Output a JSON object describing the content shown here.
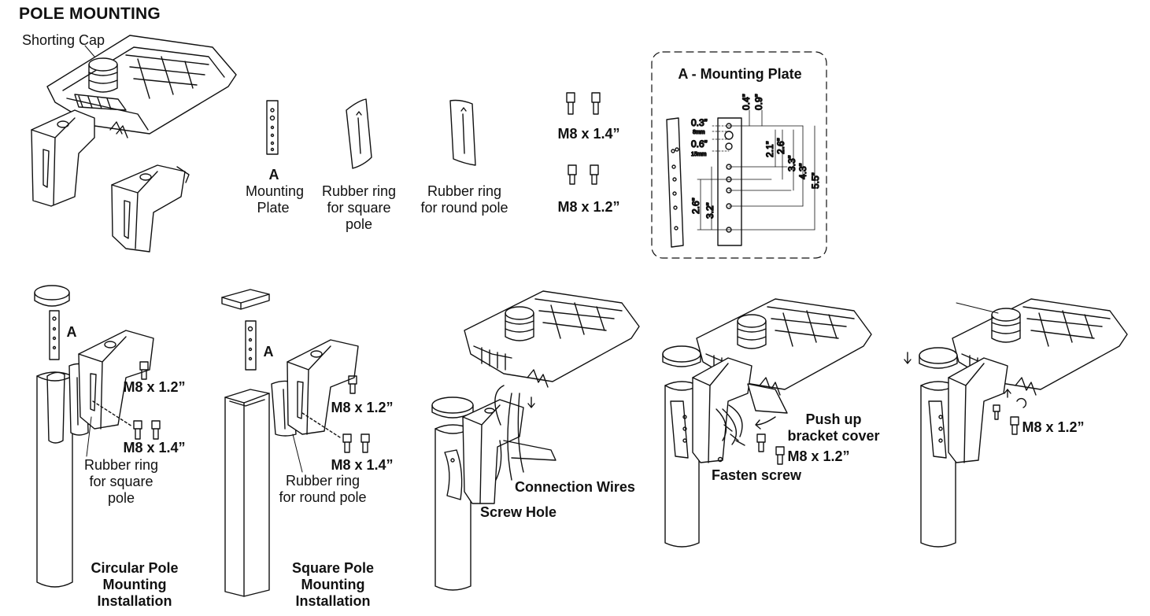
{
  "title": "POLE MOUNTING",
  "parts": {
    "shorting_cap": "Shorting Cap",
    "plate_letter": "A",
    "plate_name": "Mounting Plate",
    "rubber_square": "Rubber ring for square pole",
    "rubber_round": "Rubber ring for round pole",
    "screw_long": "M8 x 1.4”",
    "screw_short": "M8 x 1.2”"
  },
  "detail": {
    "title": "A - Mounting Plate",
    "dims_top": [
      "0.4”",
      "0.9”"
    ],
    "dims_left": [
      "0.3”",
      "8mm",
      "0.6”",
      "15mm"
    ],
    "dims_right": [
      "2.1”",
      "2.6”",
      "3.3”",
      "4.3”",
      "5.5”"
    ],
    "dims_lower": [
      "2.6”",
      "3.2”"
    ]
  },
  "steps": {
    "circular": {
      "letter": "A",
      "screw_short": "M8 x 1.2”",
      "screw_long": "M8 x 1.4”",
      "ring": "Rubber ring for square pole",
      "caption": "Circular Pole Mounting Installation"
    },
    "square": {
      "letter": "A",
      "screw_short": "M8 x 1.2”",
      "screw_long": "M8 x 1.4”",
      "ring": "Rubber ring for round pole",
      "caption": "Square Pole Mounting Installation"
    },
    "wires": {
      "connection": "Connection Wires",
      "hole": "Screw Hole"
    },
    "cover": {
      "push": "Push up bracket cover",
      "screw": "M8 x 1.2”",
      "fasten": "Fasten screw"
    },
    "final": {
      "screw": "M8 x 1.2”"
    }
  }
}
